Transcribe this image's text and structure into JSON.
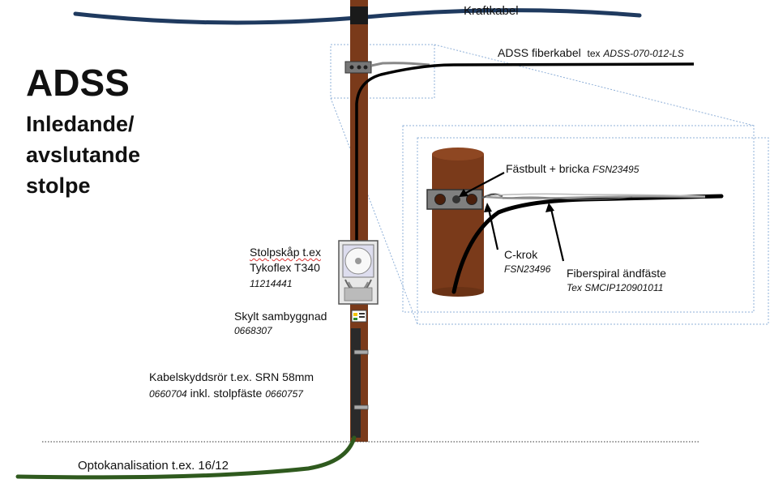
{
  "title": "ADSS",
  "subtitle_lines": [
    "Inledande/",
    "avslutande",
    "stolpe"
  ],
  "labels": {
    "kraftkabel": "Kraftkabel",
    "adss_fiber": "ADSS fiberkabel",
    "adss_fiber_tex": "tex",
    "adss_fiber_code": "ADSS-070-012-LS",
    "fastbult": "Fästbult + bricka",
    "fastbult_code": "FSN23495",
    "ckrok": "C-krok",
    "ckrok_code": "FSN23496",
    "fiberspiral": "Fiberspiral ändfäste",
    "fiberspiral_code": "Tex SMCIP120901011",
    "stolpskap_line1": "Stolpskåp t.ex",
    "stolpskap_line2": "Tykoflex T340",
    "stolpskap_code": "11214441",
    "skylt": "Skylt sambyggnad",
    "skylt_code": "0668307",
    "kabelskydd_line1": "Kabelskyddsrör t.ex. SRN 58mm",
    "kabelskydd_code1": "0660704",
    "kabelskydd_mid": "inkl. stolpfäste",
    "kabelskydd_code2": "0660757",
    "optokanal": "Optokanalisation t.ex. 16/12"
  },
  "colors": {
    "pole": "#7a3a1a",
    "pole_dark": "#4a1f0c",
    "power_cable": "#1f3a5f",
    "fiber_cable": "#000000",
    "duct": "#2f5a1e",
    "detail_frame": "#8fb0d8",
    "box": "#888888"
  },
  "icons": {
    "pole_cap": "black-cap",
    "cabinet": "pole-cabinet",
    "sign": "warning-sign"
  }
}
